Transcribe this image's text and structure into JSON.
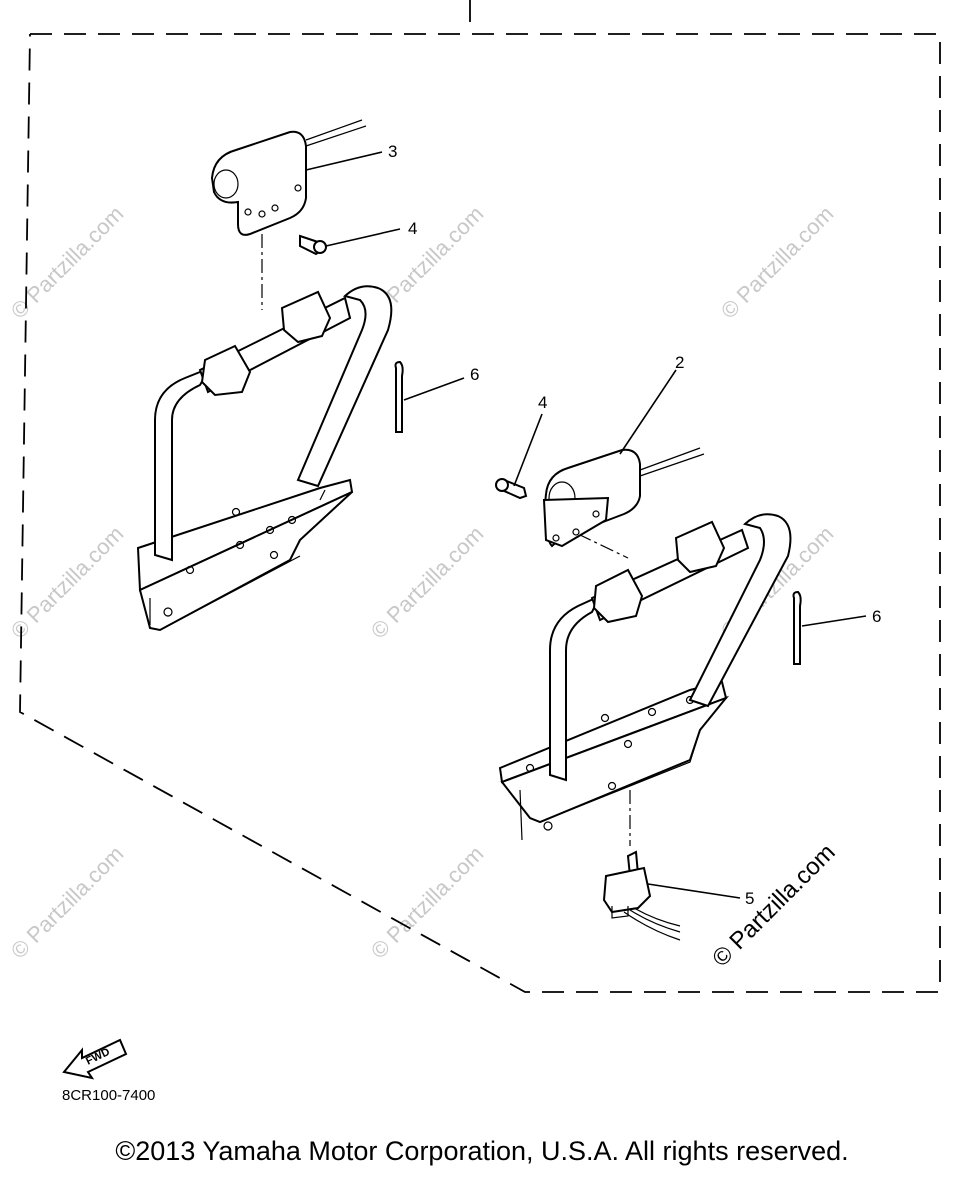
{
  "diagram": {
    "callouts": {
      "c1": "3",
      "c2": "4",
      "c3": "6",
      "c4": "2",
      "c5": "4",
      "c6": "6",
      "c7": "5"
    },
    "watermark": "© Partzilla.com",
    "fwd_label": "FWD"
  },
  "footer": {
    "part_code": "8CR100-7400",
    "copyright": "©2013 Yamaha Motor Corporation, U.S.A. All rights reserved."
  }
}
